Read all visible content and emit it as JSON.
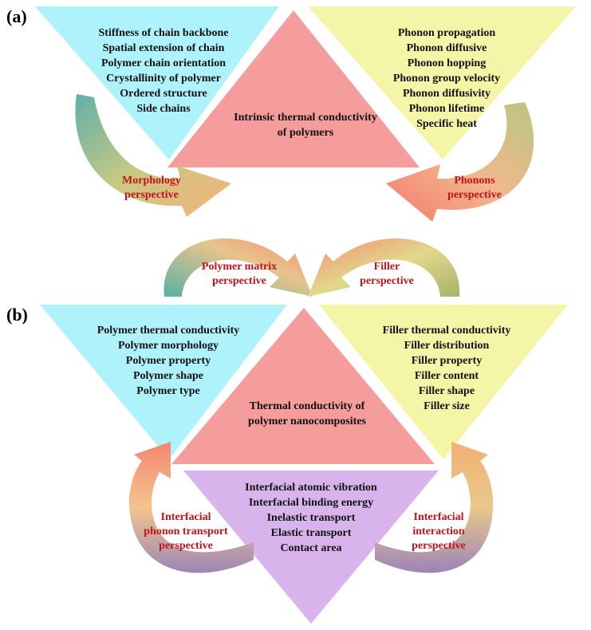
{
  "panel_a": {
    "label": "(a)",
    "left_triangle": {
      "lines": [
        "Stiffness of chain backbone",
        "Spatial extension of chain",
        "Polymer chain orientation",
        "Crystallinity of polymer",
        "Ordered structure",
        "Side chains"
      ]
    },
    "right_triangle": {
      "lines": [
        "Phonon propagation",
        "Phonon diffusive",
        "Phonon hopping",
        "Phonon group velocity",
        "Phonon diffusivity",
        "Phonon lifetime",
        "Specific heat"
      ]
    },
    "center_triangle": {
      "lines": [
        "Intrinsic thermal conductivity",
        "of polymers"
      ]
    },
    "left_arrow_label": {
      "lines": [
        "Morphology",
        "perspective"
      ]
    },
    "right_arrow_label": {
      "lines": [
        "Phonons",
        "perspective"
      ]
    }
  },
  "middle": {
    "left_arrow_label": {
      "lines": [
        "Polymer matrix",
        "perspective"
      ]
    },
    "right_arrow_label": {
      "lines": [
        "Filler",
        "perspective"
      ]
    }
  },
  "panel_b": {
    "label": "(b)",
    "left_triangle": {
      "lines": [
        "Polymer thermal conductivity",
        "Polymer morphology",
        "Polymer property",
        "Polymer shape",
        "Polymer type"
      ]
    },
    "right_triangle": {
      "lines": [
        "Filler thermal conductivity",
        "Filler distribution",
        "Filler property",
        "Filler content",
        "Filler shape",
        "Filler size"
      ]
    },
    "center_triangle": {
      "lines": [
        "Thermal conductivity of",
        "polymer nanocomposites"
      ]
    },
    "bottom_triangle": {
      "lines": [
        "Interfacial atomic vibration",
        "Interfacial binding energy",
        "Inelastic transport",
        "Elastic transport",
        "Contact area"
      ]
    },
    "left_arrow_label": {
      "lines": [
        "Interfacial",
        "phonon transport",
        "perspective"
      ]
    },
    "right_arrow_label": {
      "lines": [
        "Interfacial",
        "interaction",
        "perspective"
      ]
    }
  },
  "colors": {
    "cyan": "#aef2fb",
    "yellow": "#f4f5a6",
    "pink": "#f59c9c",
    "lavender": "#d9b4ec",
    "label_red": "#c0141c"
  }
}
